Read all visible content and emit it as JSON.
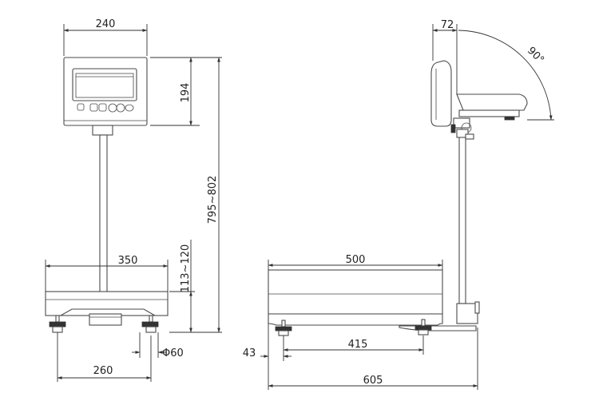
{
  "labels": {
    "front_width_top": "240",
    "front_head_height": "194",
    "front_total_height": "795~802",
    "front_base_height": "113~120",
    "front_base_width": "350",
    "front_foot_dia": "Φ60",
    "front_foot_span": "260",
    "side_tilt_offset": "72",
    "side_tilt_angle": "90°",
    "side_platform_length": "500",
    "side_foot_offset": "43",
    "side_foot_span": "415",
    "side_total_length": "605"
  }
}
